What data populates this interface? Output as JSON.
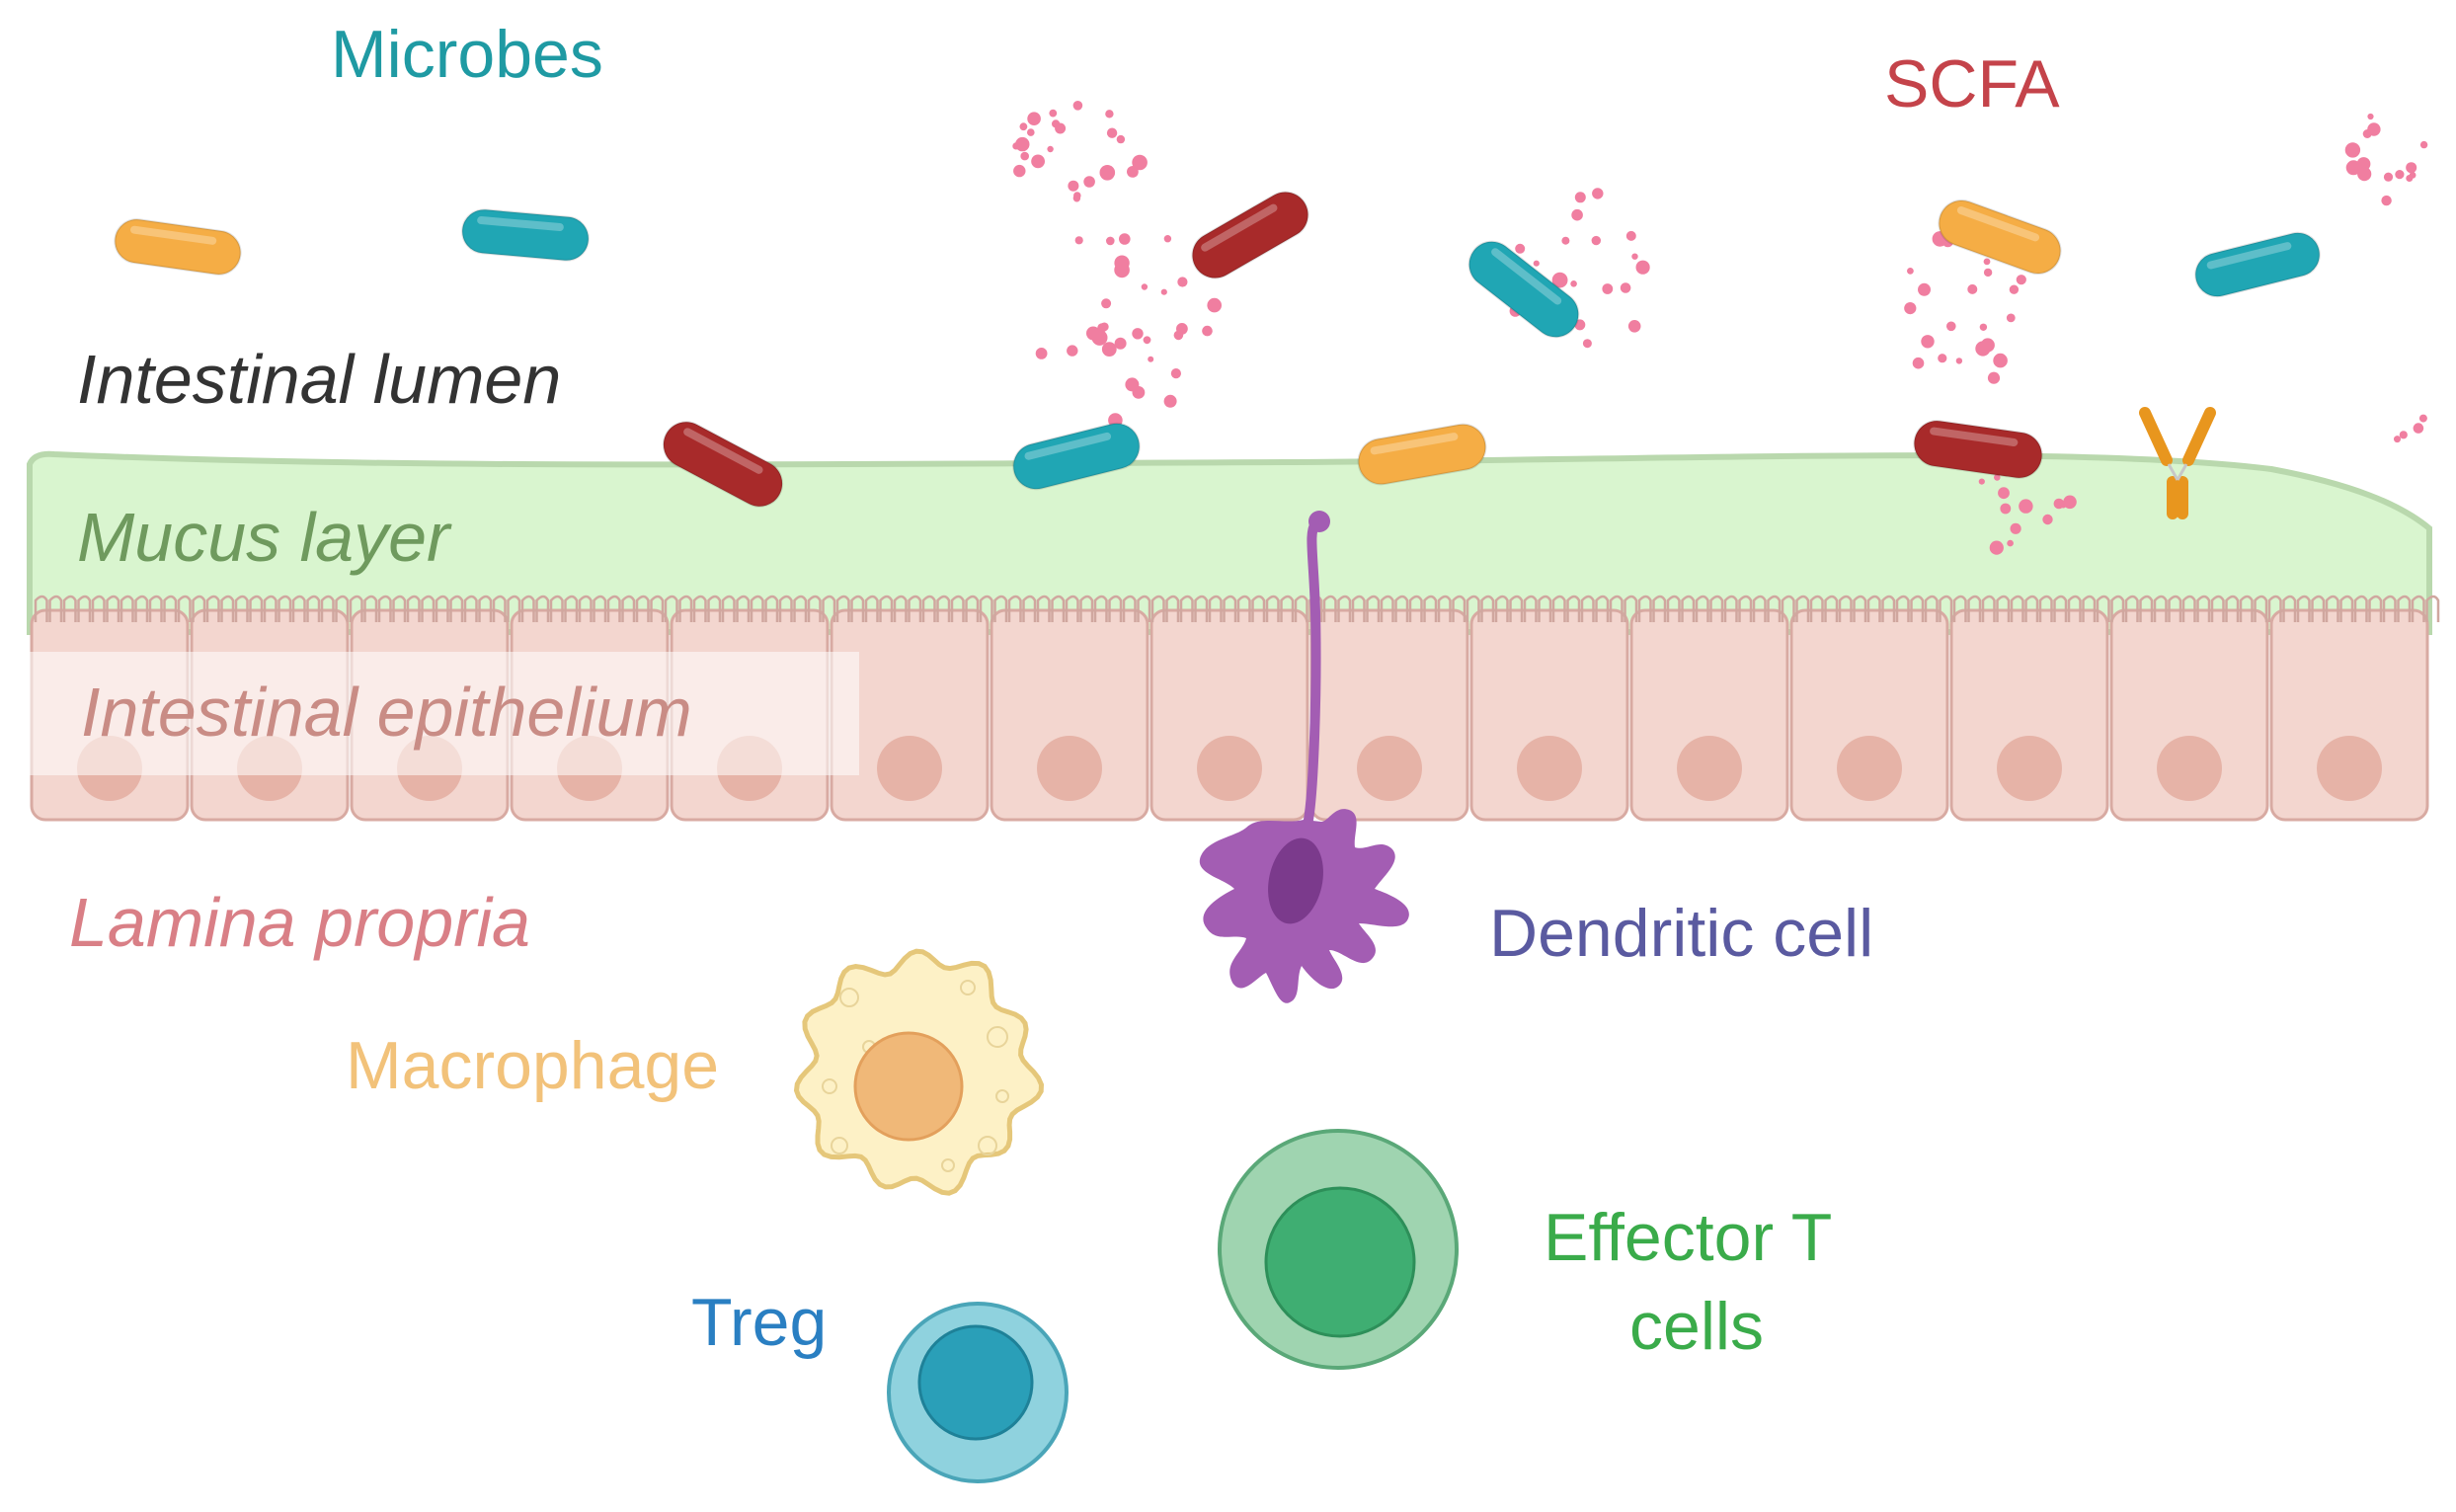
{
  "labels": {
    "microbes": "Microbes",
    "scfa": "SCFA",
    "lumen": "Intestinal lumen",
    "mucus": "Mucus layer",
    "epithelium": "Intestinal epithelium",
    "lamina": "Lamina propria",
    "dendritic": "Dendritic cell",
    "macrophage": "Macrophage",
    "treg": "Treg",
    "effector_line1": "Effector T",
    "effector_line2": "cells"
  },
  "colors": {
    "microbes_label": "#1f9aa3",
    "scfa_label": "#c4434a",
    "lumen_label": "#333333",
    "mucus_label": "#6f9a5e",
    "epithelium_label": "#c98c85",
    "lamina_label": "#d97f86",
    "dendritic_label": "#5a5aa0",
    "macrophage_label": "#f2c27a",
    "treg_label": "#2a7fc2",
    "effector_label": "#3aab4a",
    "bacteria_orange": "#f5ad45",
    "bacteria_teal": "#20a6b4",
    "bacteria_red": "#a82a2a",
    "scfa_dots": "#f07ea0",
    "mucus_fill": "#d9f5cf",
    "epithelial_cell": "#f3d6cf",
    "nucleus": "#e6b3a7",
    "dendritic_cell": "#a35db3",
    "antibody": "#e8961e"
  },
  "icons": [
    "bacterium",
    "scfa-particles",
    "antibody",
    "dendritic-cell",
    "macrophage-cell",
    "treg-cell",
    "effector-t-cell",
    "epithelial-cell"
  ]
}
